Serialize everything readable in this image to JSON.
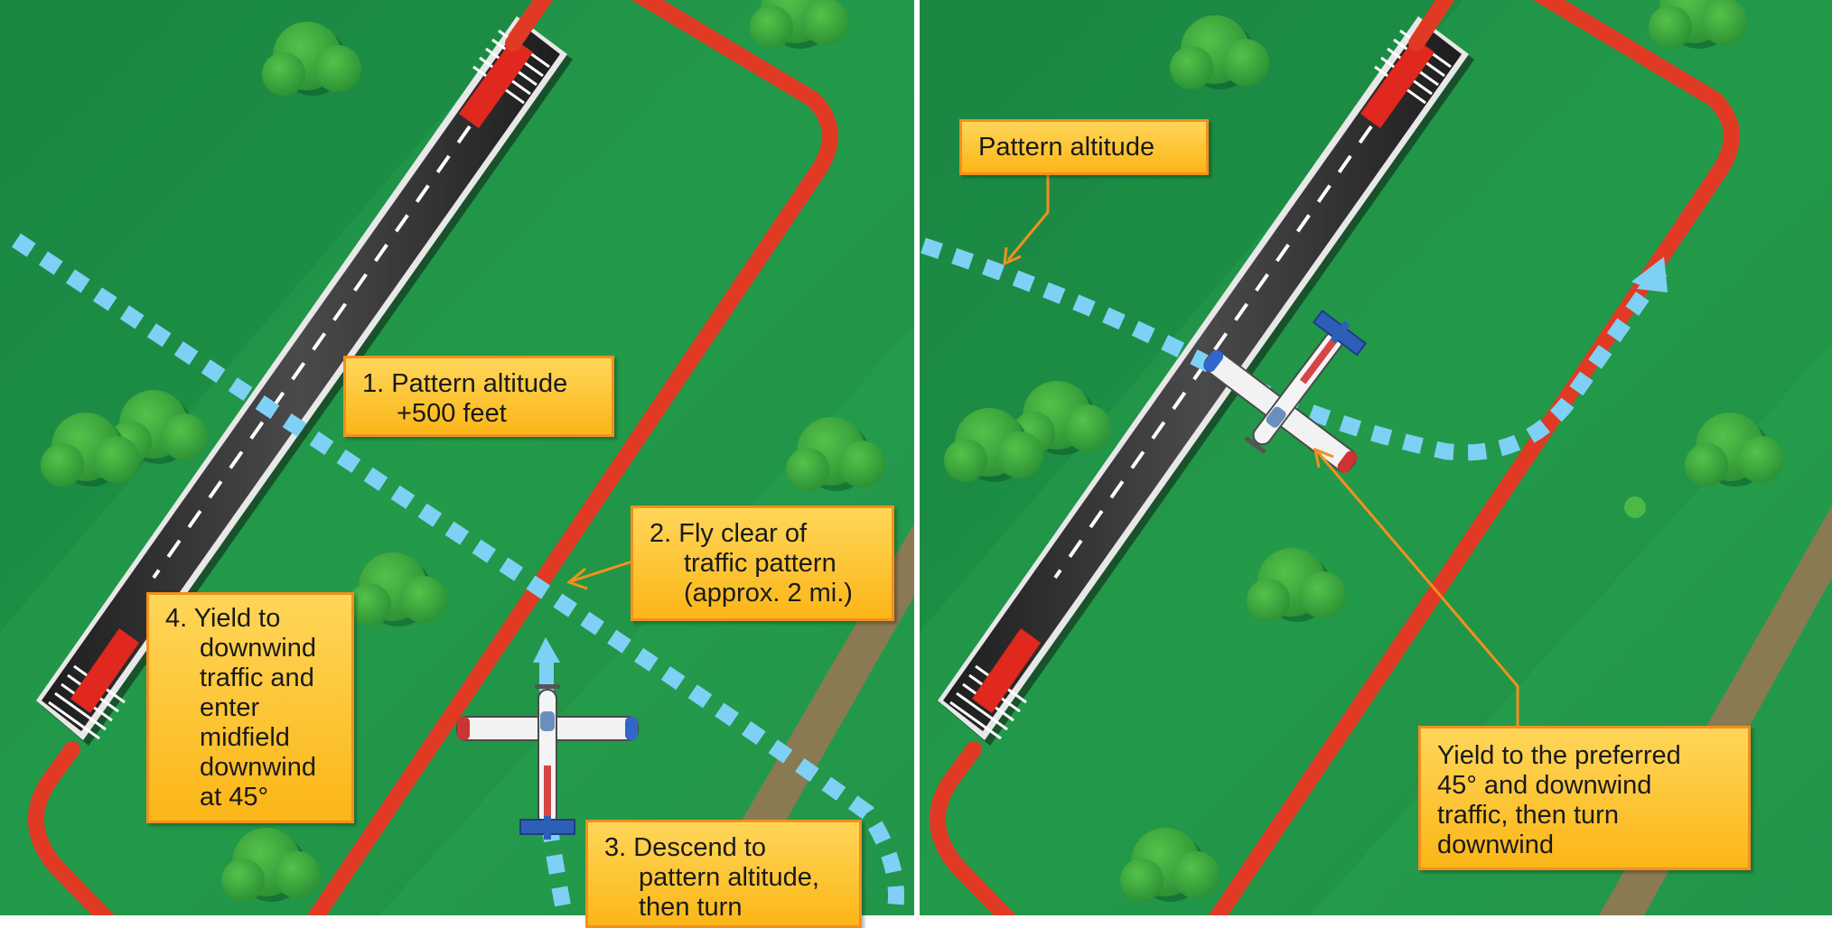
{
  "left_panel": {
    "callout_1": {
      "lines": [
        "1. Pattern altitude",
        "+500 feet"
      ]
    },
    "callout_2": {
      "lines": [
        "2. Fly clear of",
        "traffic pattern",
        "(approx. 2 mi.)"
      ]
    },
    "callout_3": {
      "lines": [
        "3. Descend to",
        "pattern altitude,",
        "then turn"
      ]
    },
    "callout_4": {
      "lines": [
        "4. Yield to",
        "downwind",
        "traffic and",
        "enter",
        "midfield",
        "downwind",
        "at 45°"
      ]
    }
  },
  "right_panel": {
    "callout_pattern": {
      "lines": [
        "Pattern altitude"
      ]
    },
    "callout_yield": {
      "lines": [
        "Yield to the preferred",
        "45° and downwind",
        "traffic, then turn",
        "downwind"
      ]
    }
  },
  "colors": {
    "grass": "#1f8f45",
    "pattern_red": "#e03a24",
    "route_blue": "#7fd0f5",
    "callout_fill": "#fcc737",
    "callout_border": "#f2901e",
    "runway": "#2e2e2e"
  }
}
